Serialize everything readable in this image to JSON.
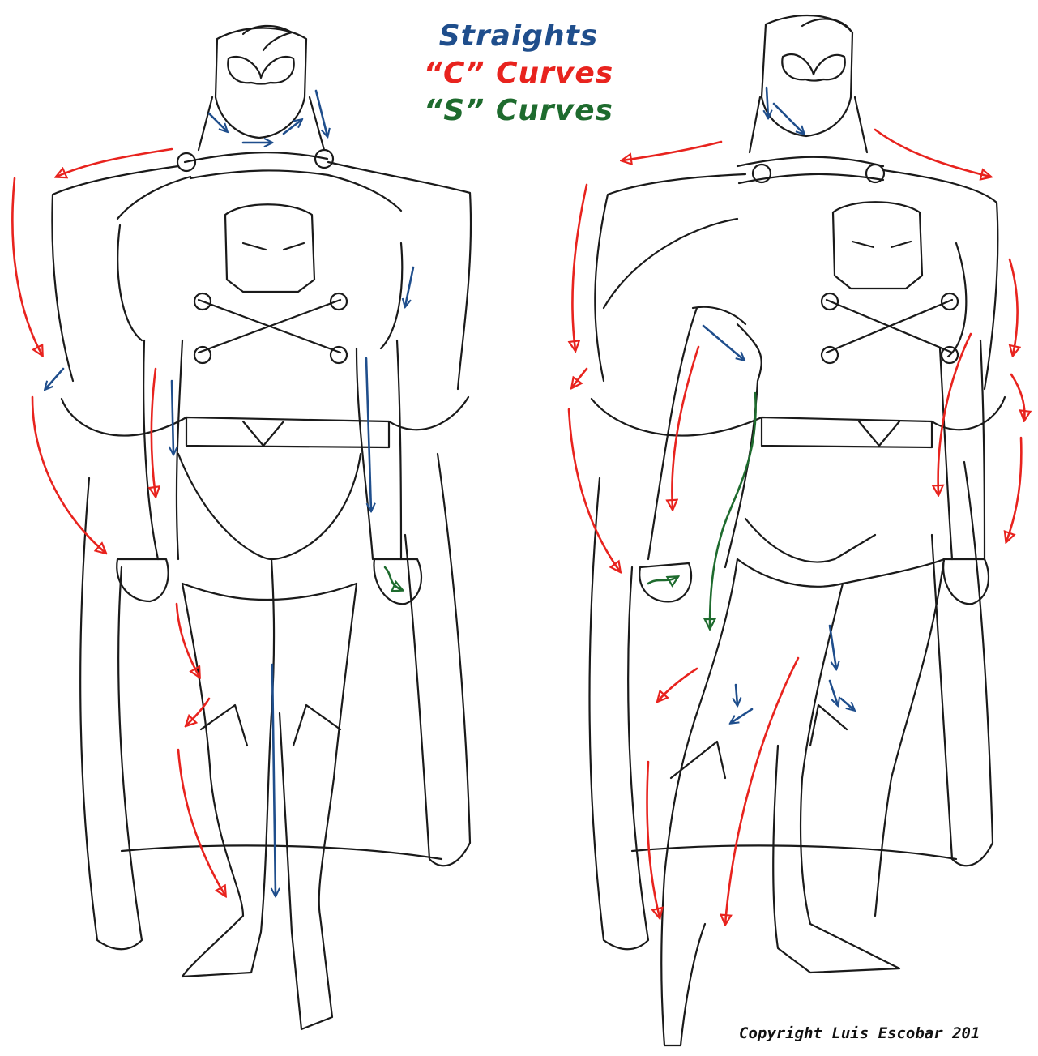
{
  "legend": {
    "straights_label": "Straights",
    "c_curves_label": "“C” Curves",
    "s_curves_label": "“S” Curves"
  },
  "colors": {
    "straight": "#1f4e8c",
    "c_curve": "#e8231e",
    "s_curve": "#1e6b2e",
    "ink": "#1a1a1a"
  },
  "copyright": "Copyright Luis Escobar 201"
}
